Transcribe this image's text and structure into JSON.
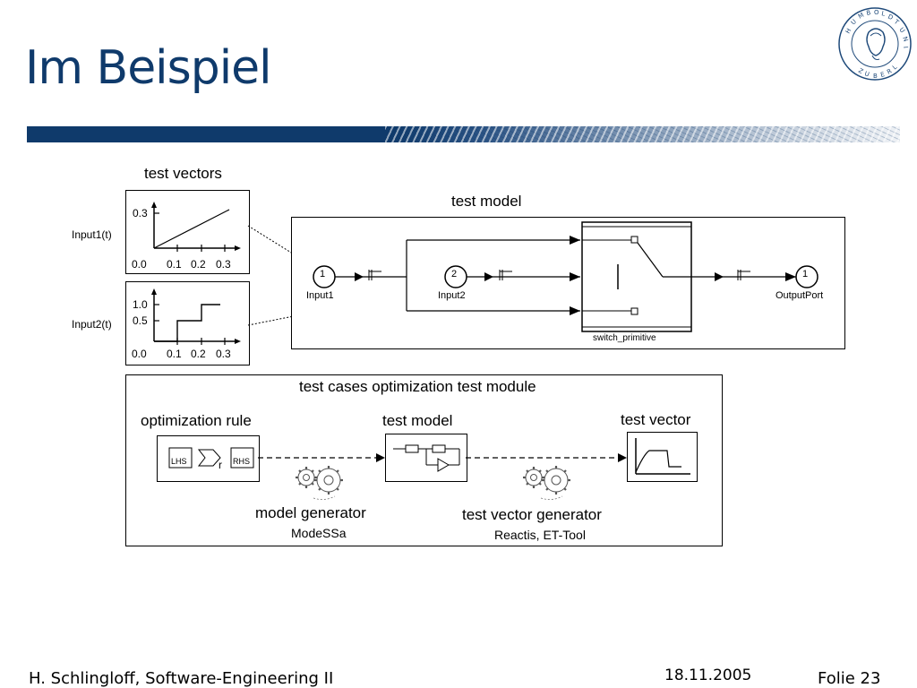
{
  "slide": {
    "title": "Im Beispiel",
    "accent_color": "#0f3a6b"
  },
  "test_vectors": {
    "heading": "test vectors",
    "input1": {
      "label": "Input1(t)",
      "ytick": "0.3",
      "xticks": [
        "0.0",
        "0.1",
        "0.2",
        "0.3"
      ]
    },
    "input2": {
      "label": "Input2(t)",
      "yticks": [
        "1.0",
        "0.5"
      ],
      "xticks": [
        "0.0",
        "0.1",
        "0.2",
        "0.3"
      ]
    }
  },
  "test_model_diagram": {
    "heading": "test model",
    "input1_num": "1",
    "input1_label": "Input1",
    "input2_num": "2",
    "input2_label": "Input2",
    "output_num": "1",
    "output_label": "OutputPort",
    "switch_label": "switch_primitive"
  },
  "module": {
    "title": "test cases optimization test module",
    "optimization_rule": "optimization rule",
    "lhs": "LHS",
    "rhs": "RHS",
    "r": "r",
    "test_model": "test model",
    "test_vector": "test vector",
    "model_generator": "model generator",
    "model_generator_tool": "ModeSSa",
    "vector_generator": "test vector generator",
    "vector_generator_tool": "Reactis, ET-Tool"
  },
  "footer": {
    "author": "H. Schlingloff, Software-Engineering II",
    "date": "18.11.2005",
    "slide_number": "Folie 23"
  },
  "logo": {
    "text": "HUMBOLDT-UNIVERSITÄT ZU BERLIN"
  }
}
